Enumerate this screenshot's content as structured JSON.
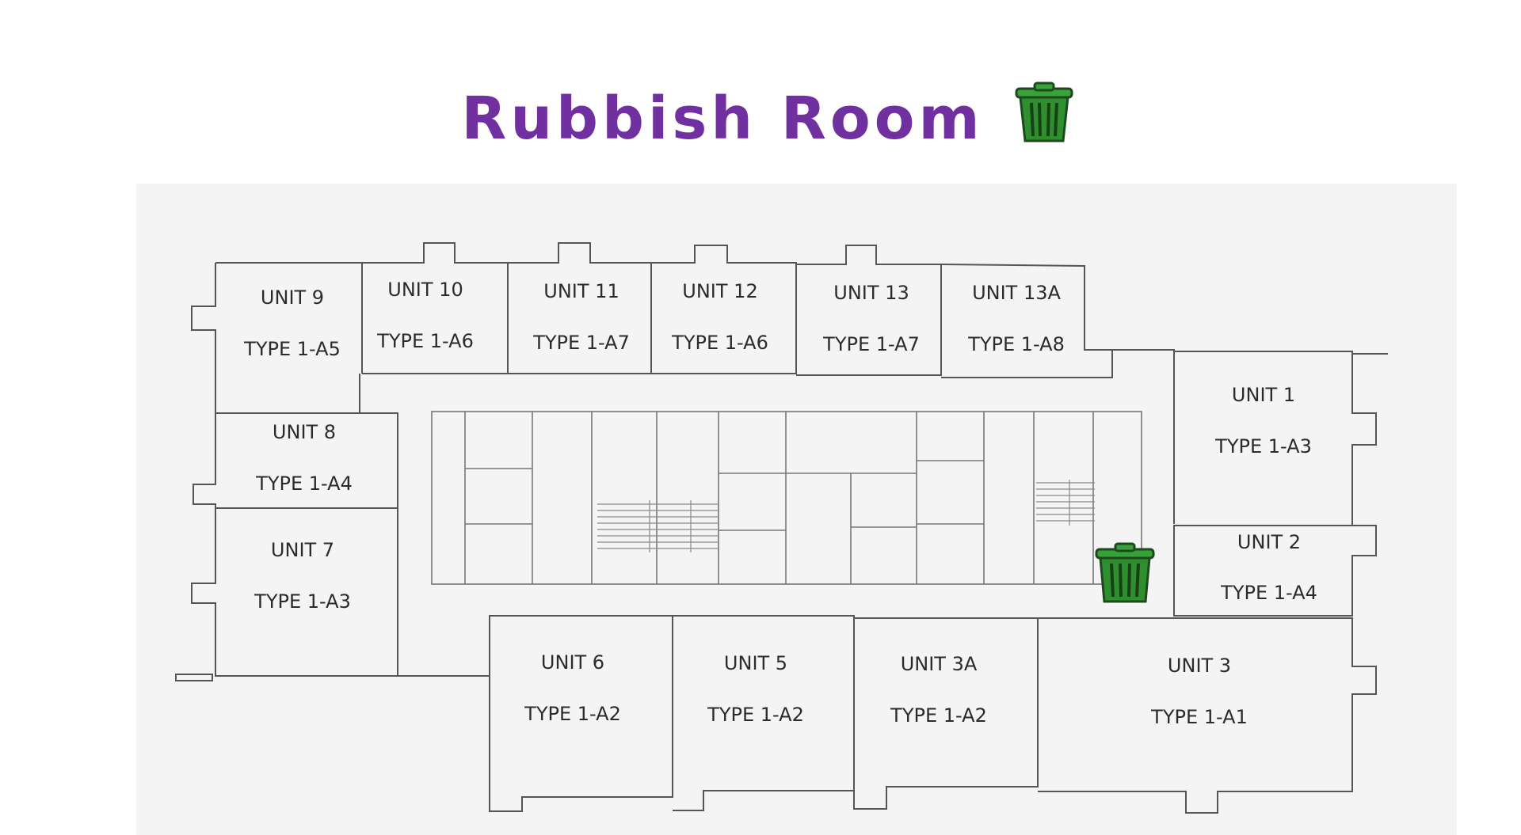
{
  "title": {
    "text": "Rubbish Room",
    "color": "#7030a0",
    "icon": "trash-bin-icon"
  },
  "bin_color": "#2f8f2f",
  "units": [
    {
      "unit": "UNIT 9",
      "type": "TYPE 1-A5"
    },
    {
      "unit": "UNIT 10",
      "type": "TYPE 1-A6"
    },
    {
      "unit": "UNIT 11",
      "type": "TYPE 1-A7"
    },
    {
      "unit": "UNIT 12",
      "type": "TYPE 1-A6"
    },
    {
      "unit": "UNIT 13",
      "type": "TYPE 1-A7"
    },
    {
      "unit": "UNIT 13A",
      "type": "TYPE 1-A8"
    },
    {
      "unit": "UNIT 1",
      "type": "TYPE 1-A3"
    },
    {
      "unit": "UNIT 8",
      "type": "TYPE 1-A4"
    },
    {
      "unit": "UNIT 2",
      "type": "TYPE 1-A4"
    },
    {
      "unit": "UNIT 7",
      "type": "TYPE 1-A3"
    },
    {
      "unit": "UNIT 6",
      "type": "TYPE 1-A2"
    },
    {
      "unit": "UNIT 5",
      "type": "TYPE 1-A2"
    },
    {
      "unit": "UNIT 3A",
      "type": "TYPE 1-A2"
    },
    {
      "unit": "UNIT 3",
      "type": "TYPE 1-A1"
    }
  ]
}
